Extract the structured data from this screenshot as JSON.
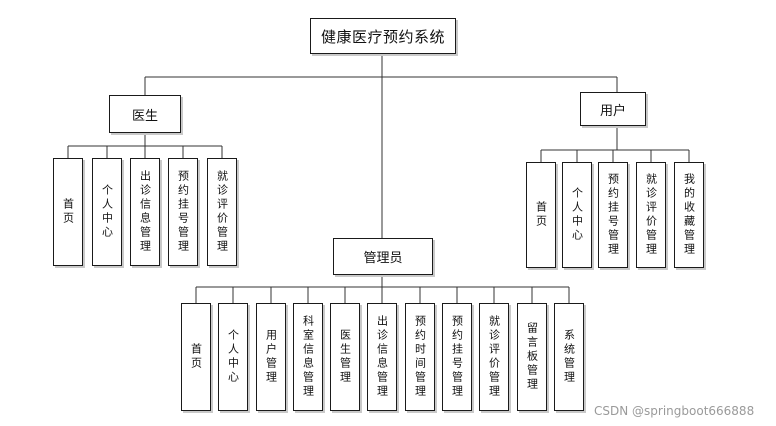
{
  "root": {
    "label": "健康医疗预约系统"
  },
  "doctor": {
    "label": "医生",
    "modules": [
      "首页",
      "个人中心",
      "出诊信息管理",
      "预约挂号管理",
      "就诊评价管理"
    ]
  },
  "user": {
    "label": "用户",
    "modules": [
      "首页",
      "个人中心",
      "预约挂号管理",
      "就诊评价管理",
      "我的收藏管理"
    ]
  },
  "admin": {
    "label": "管理员",
    "modules": [
      "首页",
      "个人中心",
      "用户管理",
      "科室信息管理",
      "医生管理",
      "出诊信息管理",
      "预约时间管理",
      "预约挂号管理",
      "就诊评价管理",
      "留言板管理",
      "系统管理"
    ]
  },
  "watermark": "CSDN @springboot666888",
  "colors": {
    "line": "#333333",
    "border": "#1a1a1a",
    "shadow": "#c9c9c9"
  }
}
